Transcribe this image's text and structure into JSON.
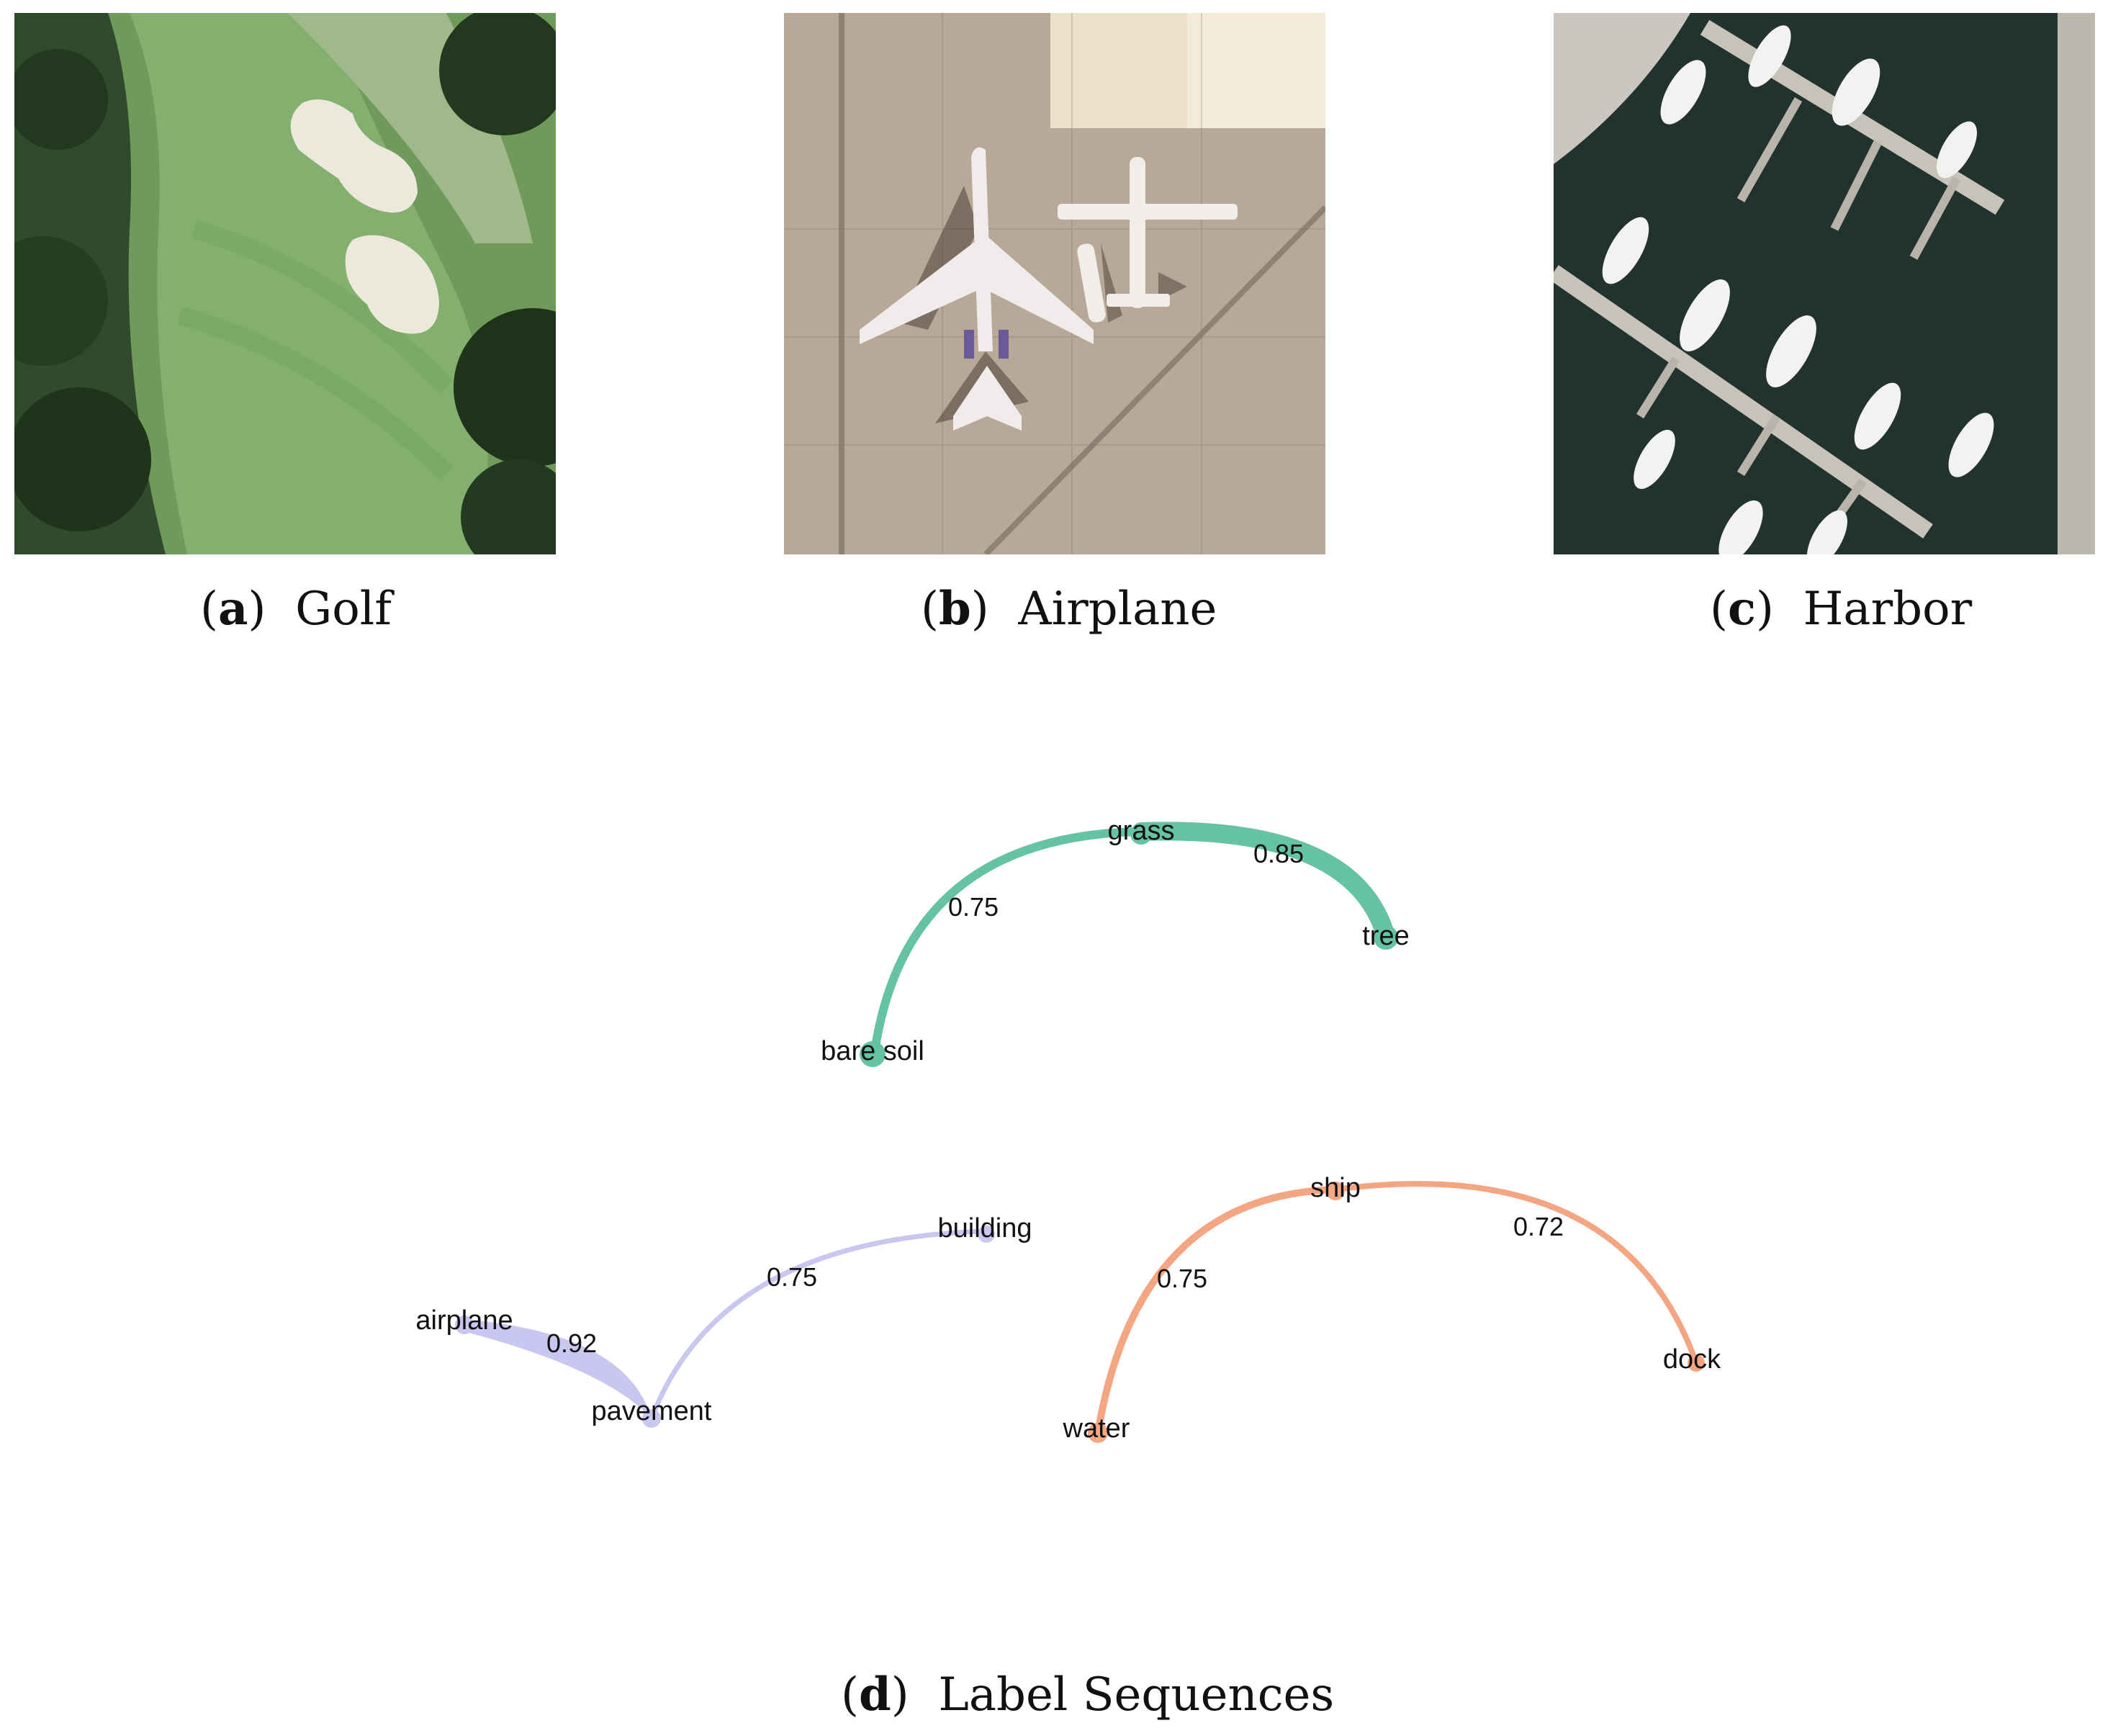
{
  "captions": {
    "a": {
      "letter": "a",
      "text": "Golf"
    },
    "b": {
      "letter": "b",
      "text": "Airplane"
    },
    "c": {
      "letter": "c",
      "text": "Harbor"
    },
    "d": {
      "letter": "d",
      "text": "Label Sequences"
    }
  },
  "colors": {
    "golf_sequence": "#66c2a5",
    "airplane_sequence": "#c9c6ef",
    "harbor_sequence": "#f4a582"
  },
  "graph": {
    "nodes": {
      "grass": "grass",
      "tree": "tree",
      "bare_soil": "bare soil",
      "airplane": "airplane",
      "pavement": "pavement",
      "building": "building",
      "ship": "ship",
      "water": "water",
      "dock": "dock"
    },
    "edges": {
      "grass_tree": "0.85",
      "bare_soil_grass": "0.75",
      "airplane_pavement": "0.92",
      "pavement_building": "0.75",
      "water_ship": "0.75",
      "ship_dock": "0.72"
    }
  }
}
